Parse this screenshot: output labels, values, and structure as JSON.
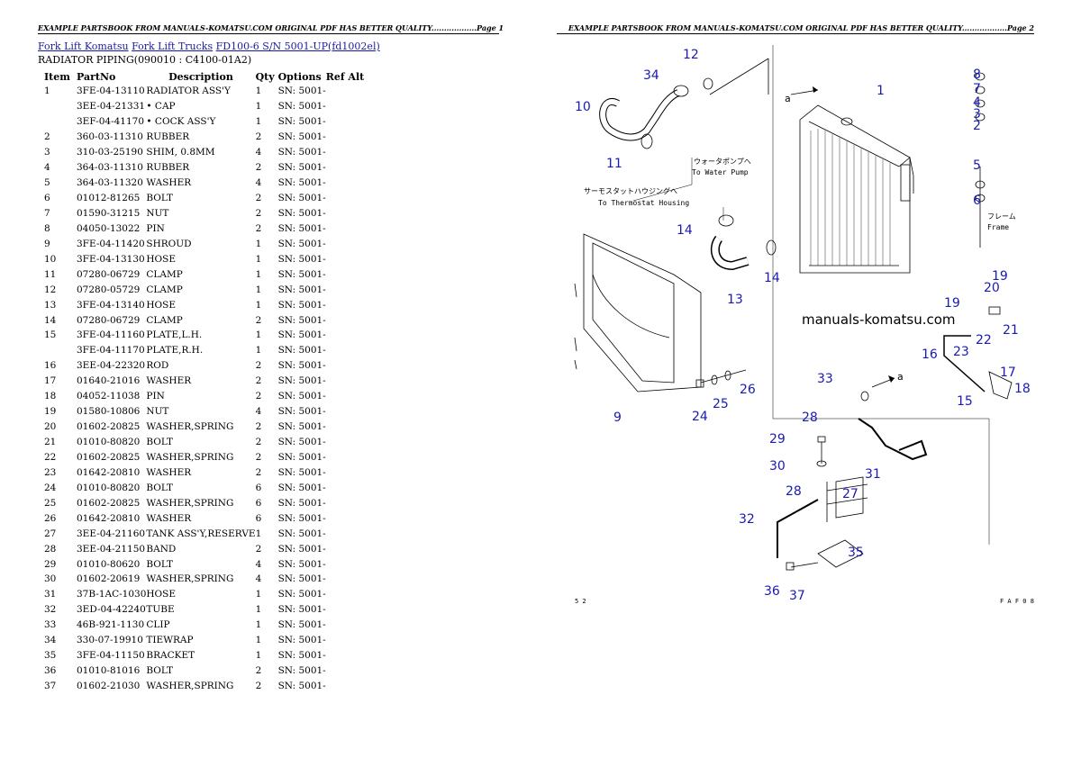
{
  "header": {
    "page1": "EXAMPLE PARTSBOOK FROM MANUALS-KOMATSU.COM ORIGINAL PDF HAS BETTER QUALITY..................Page 1",
    "page2": "EXAMPLE PARTSBOOK FROM MANUALS-KOMATSU.COM ORIGINAL PDF HAS BETTER QUALITY..................Page 2"
  },
  "breadcrumb": {
    "link1": "Fork Lift Komatsu",
    "link2": "Fork Lift Trucks",
    "link3": "FD100-6 S/N  5001-UP(fd1002el)"
  },
  "section_title": "RADIATOR PIPING(090010 : C4100-01A2)",
  "table": {
    "headers": [
      "Item",
      "PartNo",
      "Description",
      "Qty",
      "Options",
      "Ref Alt"
    ],
    "rows": [
      [
        "1",
        "3FE-04-13110",
        "RADIATOR ASS'Y",
        "1",
        "SN: 5001-",
        ""
      ],
      [
        "",
        "3EE-04-21331",
        "• CAP",
        "1",
        "SN: 5001-",
        ""
      ],
      [
        "",
        "3EF-04-41170",
        "• COCK ASS'Y",
        "1",
        "SN: 5001-",
        ""
      ],
      [
        "2",
        "360-03-11310",
        "RUBBER",
        "2",
        "SN: 5001-",
        ""
      ],
      [
        "3",
        "310-03-25190",
        "SHIM, 0.8MM",
        "4",
        "SN: 5001-",
        ""
      ],
      [
        "4",
        "364-03-11310",
        "RUBBER",
        "2",
        "SN: 5001-",
        ""
      ],
      [
        "5",
        "364-03-11320",
        "WASHER",
        "4",
        "SN: 5001-",
        ""
      ],
      [
        "6",
        "01012-81265",
        "BOLT",
        "2",
        "SN: 5001-",
        ""
      ],
      [
        "7",
        "01590-31215",
        "NUT",
        "2",
        "SN: 5001-",
        ""
      ],
      [
        "8",
        "04050-13022",
        "PIN",
        "2",
        "SN: 5001-",
        ""
      ],
      [
        "9",
        "3FE-04-11420",
        "SHROUD",
        "1",
        "SN: 5001-",
        ""
      ],
      [
        "10",
        "3FE-04-13130",
        "HOSE",
        "1",
        "SN: 5001-",
        ""
      ],
      [
        "11",
        "07280-06729",
        "CLAMP",
        "1",
        "SN: 5001-",
        ""
      ],
      [
        "12",
        "07280-05729",
        "CLAMP",
        "1",
        "SN: 5001-",
        ""
      ],
      [
        "13",
        "3FE-04-13140",
        "HOSE",
        "1",
        "SN: 5001-",
        ""
      ],
      [
        "14",
        "07280-06729",
        "CLAMP",
        "2",
        "SN: 5001-",
        ""
      ],
      [
        "15",
        "3FE-04-11160",
        "PLATE,L.H.",
        "1",
        "SN: 5001-",
        ""
      ],
      [
        "",
        "3FE-04-11170",
        "PLATE,R.H.",
        "1",
        "SN: 5001-",
        ""
      ],
      [
        "16",
        "3EE-04-22320",
        "ROD",
        "2",
        "SN: 5001-",
        ""
      ],
      [
        "17",
        "01640-21016",
        "WASHER",
        "2",
        "SN: 5001-",
        ""
      ],
      [
        "18",
        "04052-11038",
        "PIN",
        "2",
        "SN: 5001-",
        ""
      ],
      [
        "19",
        "01580-10806",
        "NUT",
        "4",
        "SN: 5001-",
        ""
      ],
      [
        "20",
        "01602-20825",
        "WASHER,SPRING",
        "2",
        "SN: 5001-",
        ""
      ],
      [
        "21",
        "01010-80820",
        "BOLT",
        "2",
        "SN: 5001-",
        ""
      ],
      [
        "22",
        "01602-20825",
        "WASHER,SPRING",
        "2",
        "SN: 5001-",
        ""
      ],
      [
        "23",
        "01642-20810",
        "WASHER",
        "2",
        "SN: 5001-",
        ""
      ],
      [
        "24",
        "01010-80820",
        "BOLT",
        "6",
        "SN: 5001-",
        ""
      ],
      [
        "25",
        "01602-20825",
        "WASHER,SPRING",
        "6",
        "SN: 5001-",
        ""
      ],
      [
        "26",
        "01642-20810",
        "WASHER",
        "6",
        "SN: 5001-",
        ""
      ],
      [
        "27",
        "3EE-04-21160",
        "TANK ASS'Y,RESERVE",
        "1",
        "SN: 5001-",
        ""
      ],
      [
        "28",
        "3EE-04-21150",
        "BAND",
        "2",
        "SN: 5001-",
        ""
      ],
      [
        "29",
        "01010-80620",
        "BOLT",
        "4",
        "SN: 5001-",
        ""
      ],
      [
        "30",
        "01602-20619",
        "WASHER,SPRING",
        "4",
        "SN: 5001-",
        ""
      ],
      [
        "31",
        "37B-1AC-1030",
        "HOSE",
        "1",
        "SN: 5001-",
        ""
      ],
      [
        "32",
        "3ED-04-42240",
        "TUBE",
        "1",
        "SN: 5001-",
        ""
      ],
      [
        "33",
        "46B-921-1130",
        "CLIP",
        "1",
        "SN: 5001-",
        ""
      ],
      [
        "34",
        "330-07-19910",
        "TIEWRAP",
        "1",
        "SN: 5001-",
        ""
      ],
      [
        "35",
        "3FE-04-11150",
        "BRACKET",
        "1",
        "SN: 5001-",
        ""
      ],
      [
        "36",
        "01010-81016",
        "BOLT",
        "2",
        "SN: 5001-",
        ""
      ],
      [
        "37",
        "01602-21030",
        "WASHER,SPRING",
        "2",
        "SN: 5001-",
        ""
      ]
    ]
  },
  "diagram": {
    "watermark": "manuals-komatsu.com",
    "jp_water": "ウォータポンプへ",
    "en_water": "To Water Pump",
    "jp_thermo": "サーモスタットハウジングへ",
    "en_thermo": "To Thermostat Housing",
    "jp_frame": "フレーム",
    "en_frame": "Frame",
    "arrow_a": "a",
    "page_left": "5 2",
    "page_right": "F A F 0 8",
    "callouts": [
      "1",
      "2",
      "3",
      "4",
      "5",
      "6",
      "7",
      "8",
      "9",
      "10",
      "11",
      "12",
      "13",
      "14",
      "14",
      "15",
      "16",
      "17",
      "18",
      "19",
      "19",
      "20",
      "21",
      "22",
      "23",
      "24",
      "25",
      "26",
      "27",
      "28",
      "28",
      "29",
      "30",
      "31",
      "32",
      "33",
      "34",
      "35",
      "36",
      "37"
    ]
  }
}
